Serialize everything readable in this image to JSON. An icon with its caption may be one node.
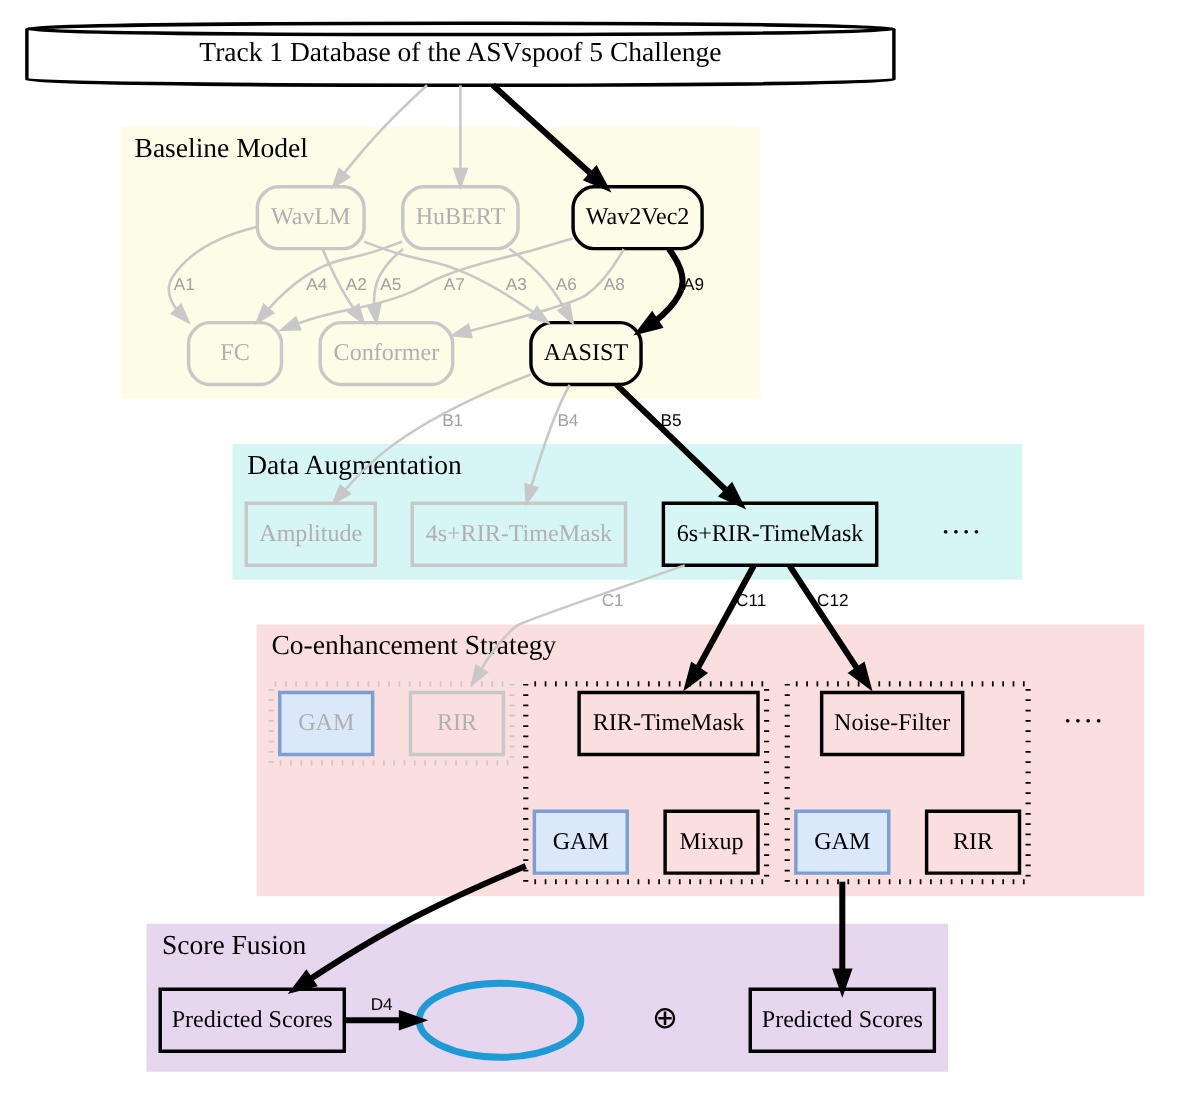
{
  "diagram": {
    "nodes": [
      {
        "text": [
          "Track 1 Database of the ASVspoof 5 Challenge"
        ]
      },
      {
        "text": [
          "Baseline Model"
        ]
      },
      {
        "text": [
          "WavLM"
        ],
        "in": 1
      },
      {
        "text": [
          "HuBERT"
        ],
        "in": 1
      },
      {
        "text": [
          "Wav2Vec2"
        ],
        "in": 1
      },
      {
        "text": [
          "FC"
        ],
        "in": 1
      },
      {
        "text": [
          "Conformer"
        ],
        "in": 1
      },
      {
        "text": [
          "AASIST"
        ],
        "in": 1
      },
      {
        "text": [
          "Data Augmentation"
        ]
      },
      {
        "text": [
          "Amplitude"
        ],
        "in": 8
      },
      {
        "text": [
          "4s+RIR-TimeMask"
        ],
        "in": 8
      },
      {
        "text": [
          "6s+RIR-TimeMask"
        ],
        "in": 8
      },
      {
        "text": [
          "Co-enhancement Strategy"
        ]
      },
      {
        "text": [],
        "shape": "box",
        "in": 12
      },
      {
        "text": [
          "RIR"
        ],
        "in": 13
      },
      {
        "text": [
          "GAM"
        ],
        "in": 13
      },
      {
        "text": [],
        "shape": "box",
        "in": 12
      },
      {
        "text": [
          "RIR-TimeMask"
        ],
        "in": 16
      },
      {
        "text": [
          "Mixup"
        ],
        "in": 16
      },
      {
        "text": [
          "GAM"
        ],
        "in": 16
      },
      {
        "text": [],
        "shape": "box",
        "in": 12
      },
      {
        "text": [
          "Noise-Filter"
        ],
        "in": 20
      },
      {
        "text": [
          "RIR"
        ],
        "in": 20
      },
      {
        "text": [
          "GAM"
        ],
        "in": 20
      },
      {
        "text": [
          "Score Fusion"
        ]
      },
      {
        "text": [],
        "shape": "cloud",
        "in": 24
      },
      {
        "text": [
          "Predicted Scores"
        ],
        "in": 24
      },
      {
        "text": [
          "Predicted Scores"
        ],
        "in": 24
      }
    ],
    "edges": [
      {
        "from": 0,
        "to": 2,
        "arrow": "to"
      },
      {
        "from": 0,
        "to": 3,
        "arrow": "to"
      },
      {
        "from": 0,
        "to": 4,
        "arrow": "to",
        "color": "#000000",
        "style": "thick"
      },
      {
        "from": 2,
        "to": 5,
        "arrow": "to",
        "label": "A1"
      },
      {
        "from": 2,
        "to": 6,
        "arrow": "to",
        "label": "A2"
      },
      {
        "from": 2,
        "to": 7,
        "arrow": "to",
        "label": "A3"
      },
      {
        "from": 3,
        "to": 5,
        "arrow": "to",
        "label": "A4"
      },
      {
        "from": 3,
        "to": 6,
        "arrow": "to",
        "label": "A5"
      },
      {
        "from": 3,
        "to": 7,
        "arrow": "to",
        "label": "A6"
      },
      {
        "from": 4,
        "to": 5,
        "arrow": "to",
        "label": "A7"
      },
      {
        "from": 4,
        "to": 6,
        "arrow": "to",
        "label": "A8"
      },
      {
        "from": 4,
        "to": 7,
        "arrow": "to",
        "label": "A9",
        "color": "#000000",
        "style": "thick"
      },
      {
        "from": 7,
        "to": 9,
        "arrow": "to",
        "label": "B1"
      },
      {
        "from": 7,
        "to": 10,
        "arrow": "to",
        "label": "B4"
      },
      {
        "from": 7,
        "to": 11,
        "arrow": "to",
        "label": "B5",
        "color": "#000000",
        "style": "thick"
      },
      {
        "from": 11,
        "to": 13,
        "arrow": "to",
        "label": "C1"
      },
      {
        "from": 11,
        "to": 16,
        "arrow": "to",
        "label": "C11",
        "color": "#000000",
        "style": "thick"
      },
      {
        "from": 11,
        "to": 20,
        "arrow": "to",
        "label": "C12",
        "color": "#000000",
        "style": "thick"
      },
      {
        "from": 16,
        "to": 26,
        "arrow": "to",
        "color": "#000000",
        "style": "thick"
      },
      {
        "from": 20,
        "to": 27,
        "arrow": "to",
        "color": "#000000",
        "style": "thick"
      },
      {
        "from": 26,
        "to": 25,
        "arrow": "to",
        "label": "D4",
        "color": "#000000",
        "style": "thick"
      }
    ],
    "labels": [
      "····",
      "····",
      "⊕"
    ]
  }
}
